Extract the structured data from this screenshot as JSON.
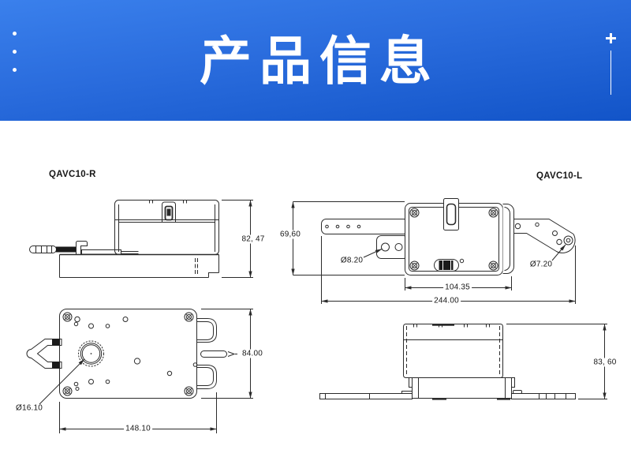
{
  "banner": {
    "title": "产品信息",
    "colors": {
      "gradient_top": "#3a80ec",
      "gradient_bottom": "#1254c8",
      "text": "#ffffff"
    },
    "icons": {
      "plus": "+",
      "dots": "· · ·",
      "divider": "vertical-line"
    }
  },
  "drawings": {
    "side_view_right": {
      "label": "QAVC10-R",
      "height_dim": "82, 47"
    },
    "top_view_left_model": {
      "label": "QAVC10-L",
      "arm_height_dim": "69,60",
      "hole_dim_left": "Ø8.20",
      "hole_dim_right": "Ø7.20",
      "body_width_dim": "104.35",
      "overall_width_dim": "244.00"
    },
    "bottom_view": {
      "shaft_dim": "Ø16.10",
      "height_dim": "84.00",
      "width_dim": "148.10"
    },
    "side_view_left_model": {
      "height_dim": "83, 60"
    }
  }
}
